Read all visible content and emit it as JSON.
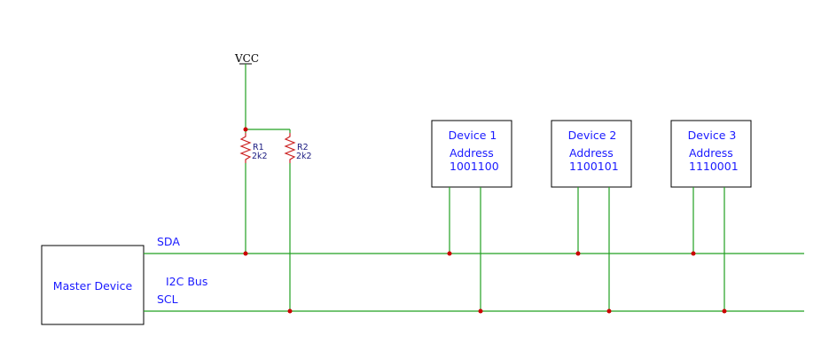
{
  "power": {
    "label": "VCC"
  },
  "resistors": [
    {
      "name": "R1",
      "value": "2k2"
    },
    {
      "name": "R2",
      "value": "2k2"
    }
  ],
  "master": {
    "label": "Master Device"
  },
  "bus": {
    "label": "I2C Bus",
    "sda_label": "SDA",
    "scl_label": "SCL"
  },
  "devices": [
    {
      "title": "Device 1",
      "address_label": "Address",
      "address": "1001100"
    },
    {
      "title": "Device 2",
      "address_label": "Address",
      "address": "1100101"
    },
    {
      "title": "Device 3",
      "address_label": "Address",
      "address": "1110001"
    }
  ],
  "colors": {
    "wire": "#22a022",
    "junction": "#cc0000",
    "resistor": "#cc2222",
    "text": "#1a1aff"
  }
}
